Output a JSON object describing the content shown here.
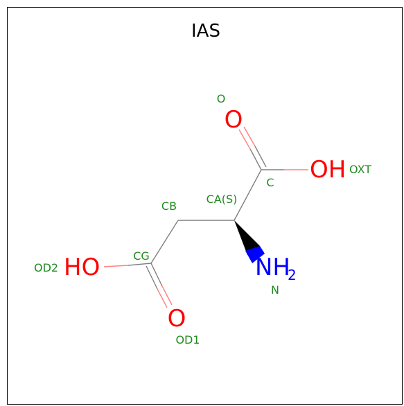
{
  "title": "IAS",
  "colors": {
    "oxygen": "#ff0000",
    "nitrogen": "#0000ff",
    "carbon_bond": "#808080",
    "atom_name": "#228b22",
    "frame": "#000000"
  },
  "atoms": {
    "o_symbol": "O",
    "oxt_symbol": "OH",
    "od1_symbol": "O",
    "od2_symbol": "HO",
    "n_symbol": "NH",
    "n_subscript": "2"
  },
  "atom_names": {
    "o": "O",
    "oxt": "OXT",
    "c": "C",
    "ca": "CA(S)",
    "cb": "CB",
    "cg": "CG",
    "od1": "OD1",
    "od2": "OD2",
    "n": "N"
  }
}
